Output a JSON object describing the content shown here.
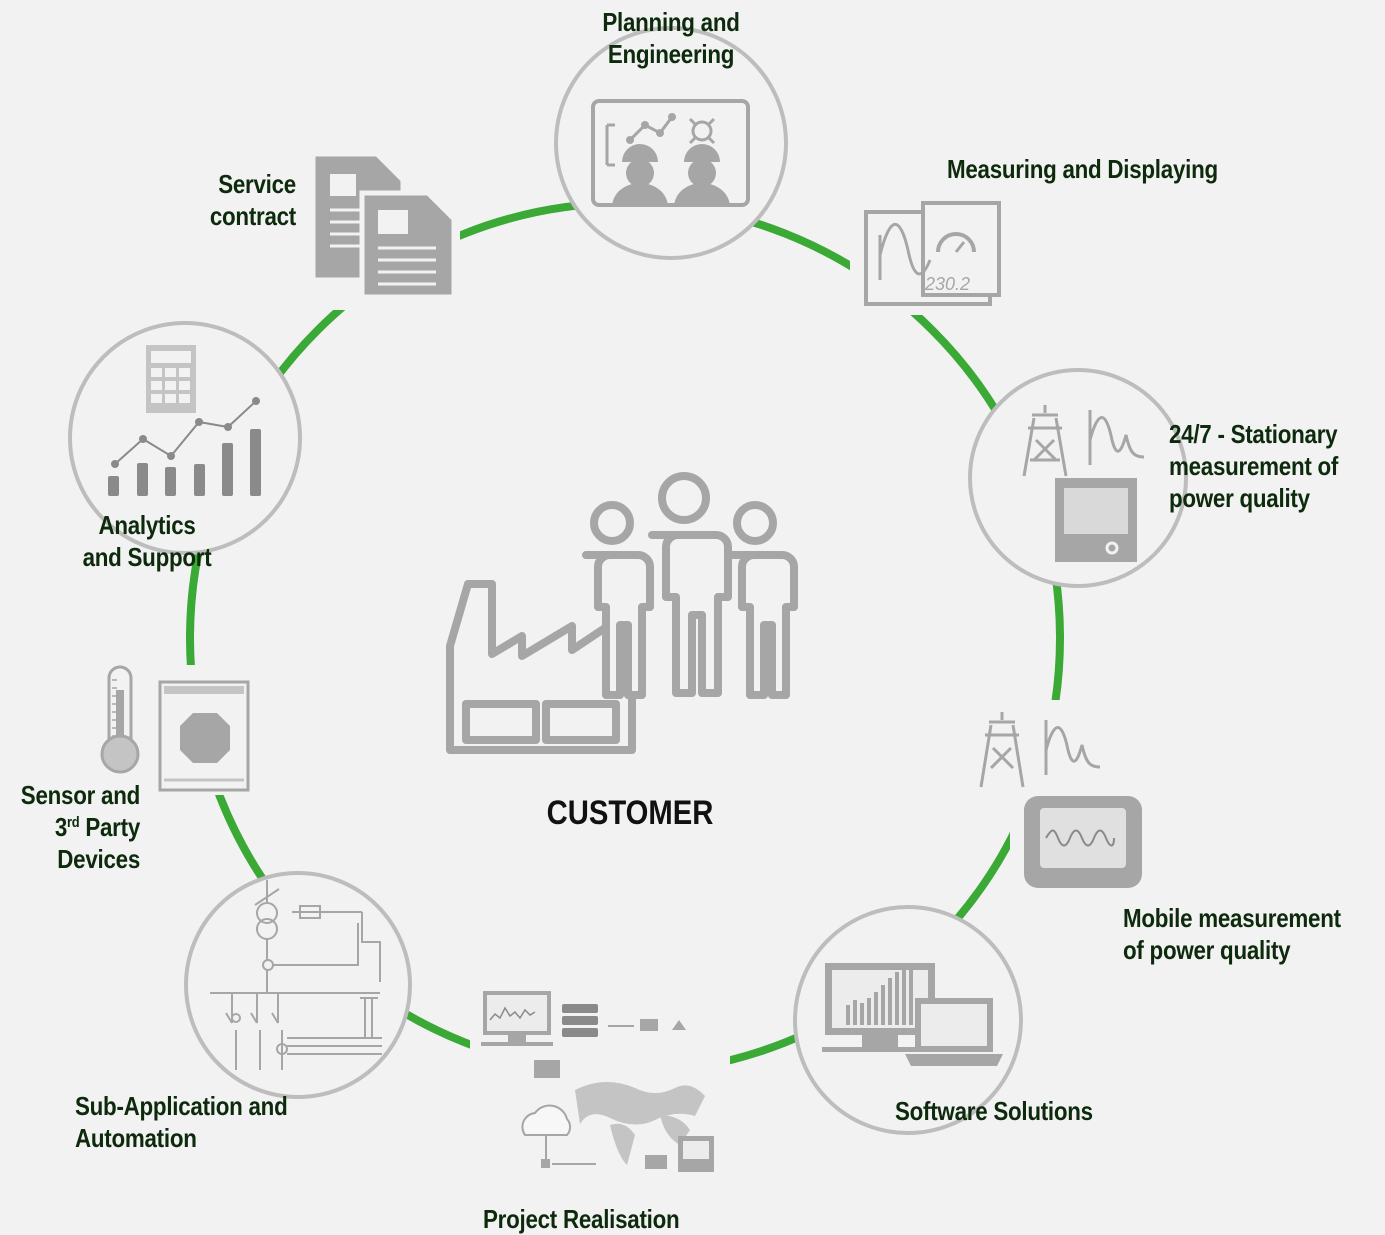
{
  "center": {
    "title": "CUSTOMER"
  },
  "labels": {
    "planning_l1": "Planning and",
    "planning_l2": "Engineering",
    "measuring": "Measuring and Displaying",
    "stationary_l1": "24/7 - Stationary",
    "stationary_l2": "measurement of",
    "stationary_l3": "power quality",
    "mobile_l1": "Mobile measurement",
    "mobile_l2": "of power quality",
    "software": "Software Solutions",
    "project": "Project Realisation",
    "subapp_l1": "Sub-Application and",
    "subapp_l2": "Automation",
    "sensor_l1": "Sensor and",
    "sensor_l2_pre": "3",
    "sensor_l2_sup": "rd",
    "sensor_l2_post": " Party",
    "sensor_l3": "Devices",
    "analytics_l1": "Analytics",
    "analytics_l2": "and Support",
    "service_l1": "Service",
    "service_l2": "contract"
  },
  "meter_display": "230.2",
  "icons": [
    "engineers-screen-icon",
    "meter-display-icon",
    "stationary-analyzer-icon",
    "mobile-analyzer-icon",
    "software-computers-icon",
    "project-network-icon",
    "single-line-diagram-icon",
    "thermometer-icon",
    "current-transformer-icon",
    "analytics-chart-icon",
    "documents-icon",
    "people-icon",
    "factory-icon"
  ],
  "colors": {
    "ring": "#3aa935",
    "icon_gray": "#a6a6a6",
    "text_dark": "#0d2a0d",
    "background": "#f2f2f2"
  }
}
